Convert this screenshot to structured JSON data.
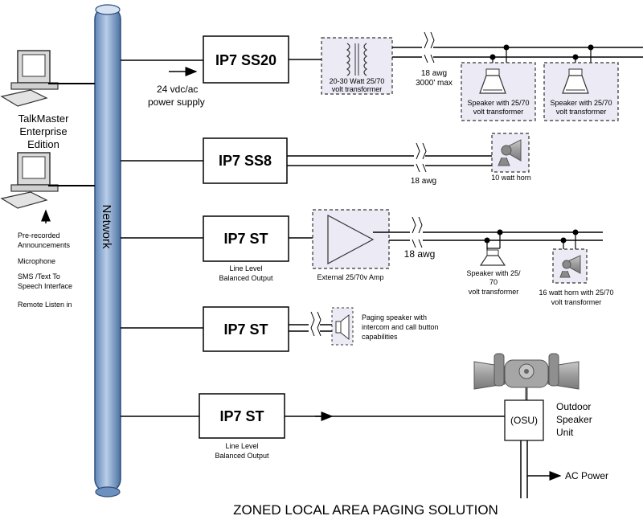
{
  "title": "ZONED LOCAL AREA PAGING SOLUTION",
  "network_label": "Network",
  "talkmaster": {
    "line1": "TalkMaster",
    "line2": "Enterprise",
    "line3": "Edition"
  },
  "features": {
    "f1a": "Pre-recorded",
    "f1b": "Announcements",
    "f2": "Microphone",
    "f3a": "SMS /Text To",
    "f3b": "Speech Interface",
    "f4": "Remote Listen in"
  },
  "devices": {
    "d1": "IP7 SS20",
    "d2": "IP7 SS8",
    "d3": "IP7 ST",
    "d4": "IP7 ST",
    "d5": "IP7 ST"
  },
  "labels": {
    "power_a": "24 vdc/ac",
    "power_b": "power supply",
    "transformer_a": "20-30 Watt 25/70",
    "transformer_b": "volt transformer",
    "awg18_row1": "18 awg",
    "max_row1": "3000' max",
    "spk1_a": "Speaker with 25/70",
    "spk1_b": "volt transformer",
    "spk2_a": "Speaker with 25/70",
    "spk2_b": "volt transformer",
    "awg18_row2": "18 awg",
    "horn10": "10 watt horn",
    "line_level_a": "Line Level",
    "line_level_b": "Balanced Output",
    "ext_amp": "External 25/70v Amp",
    "awg18_row3": "18 awg",
    "spk3_a": "Speaker with 25/",
    "spk3_b": "70",
    "spk3_c": "volt transformer",
    "horn16_a": "16 watt horn with 25/70",
    "horn16_b": "volt transformer",
    "paging_a": "Paging speaker with",
    "paging_b": "intercom and call button",
    "paging_c": "capabilities",
    "line_level2_a": "Line Level",
    "line_level2_b": "Balanced Output",
    "osu": "(OSU)",
    "outdoor_a": "Outdoor",
    "outdoor_b": "Speaker",
    "outdoor_c": "Unit",
    "ac_power": "AC Power"
  },
  "colors": {
    "network": "#8fb0d6",
    "network_dark": "#3d6391",
    "dashed_box": "#e8e8f4",
    "horn_gray": "#9a9a9a"
  }
}
